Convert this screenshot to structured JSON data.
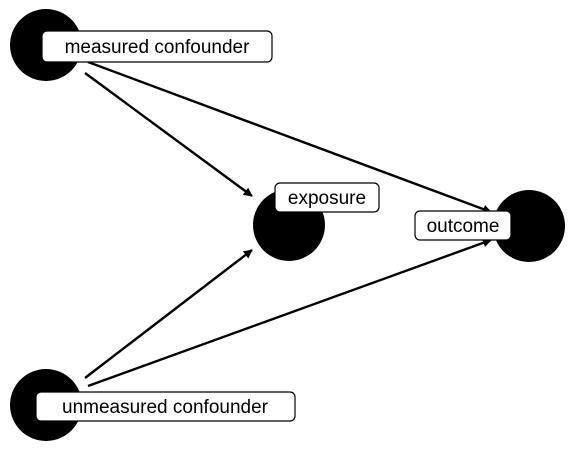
{
  "diagram": {
    "nodes": [
      {
        "id": "measured_confounder",
        "label": "measured confounder"
      },
      {
        "id": "exposure",
        "label": "exposure"
      },
      {
        "id": "outcome",
        "label": "outcome"
      },
      {
        "id": "unmeasured_confounder",
        "label": "unmeasured confounder"
      }
    ],
    "edges": [
      {
        "from": "measured_confounder",
        "to": "exposure"
      },
      {
        "from": "measured_confounder",
        "to": "outcome"
      },
      {
        "from": "unmeasured_confounder",
        "to": "exposure"
      },
      {
        "from": "unmeasured_confounder",
        "to": "outcome"
      }
    ],
    "colors": {
      "node_fill": "#000000",
      "edge": "#000000",
      "label_bg": "#ffffff",
      "label_border": "#000000"
    }
  }
}
